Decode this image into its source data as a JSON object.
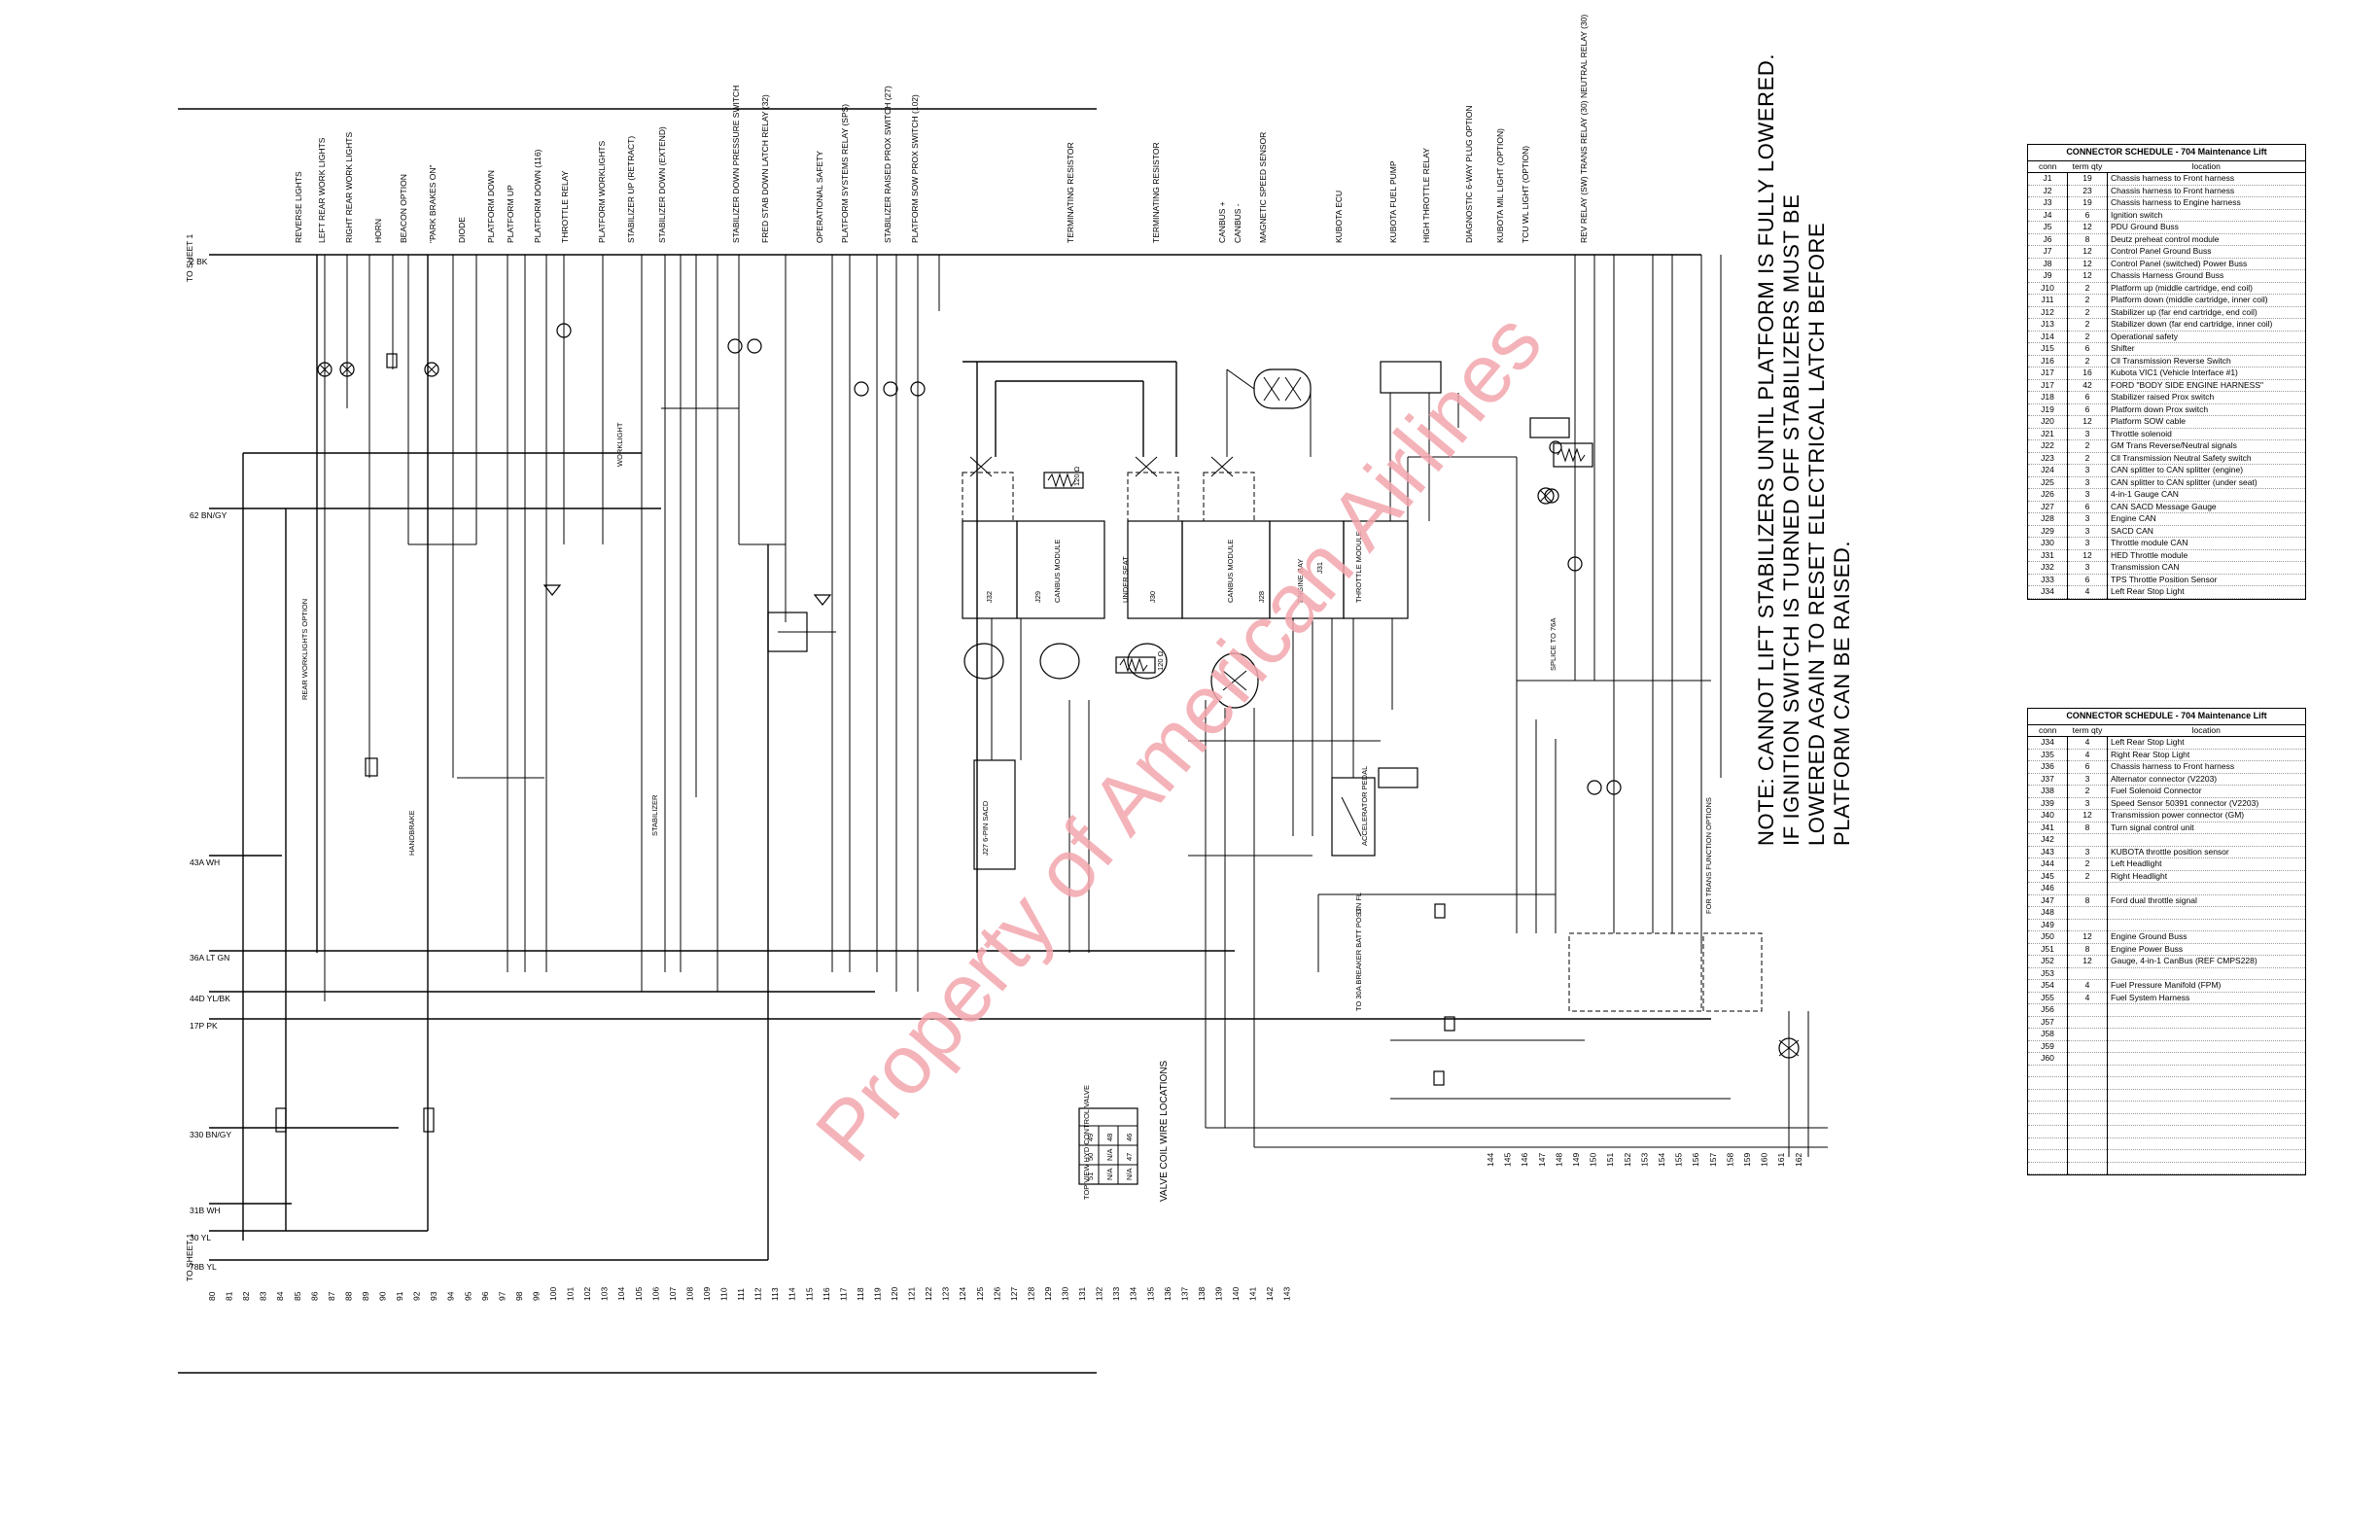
{
  "sheet_refs": {
    "to_sheet_top": "TO SHEET 1",
    "to_sheet_bottom": "TO SHEET 1"
  },
  "left_wires": [
    "2 BK",
    "62 BN/GY",
    "43A WH",
    "36A LT GN",
    "44D YL/BK",
    "17P PK",
    "330 BN/GY",
    "31B WH",
    "30 YL",
    "78B YL"
  ],
  "row_numbers_bottom": [
    "80",
    "81",
    "82",
    "83",
    "84",
    "85",
    "86",
    "87",
    "88",
    "89",
    "90",
    "91",
    "92",
    "93",
    "94",
    "95",
    "96",
    "97",
    "98",
    "99",
    "100",
    "101",
    "102",
    "103",
    "104",
    "105",
    "106",
    "107",
    "108",
    "109",
    "110",
    "111",
    "112",
    "113",
    "114",
    "115",
    "116",
    "117",
    "118",
    "119",
    "120",
    "121",
    "122",
    "123",
    "124",
    "125",
    "126",
    "127",
    "128",
    "129",
    "130",
    "131",
    "132",
    "133",
    "134",
    "135",
    "136",
    "137",
    "138",
    "139",
    "140",
    "141",
    "142",
    "143"
  ],
  "row_numbers_right": [
    "144",
    "145",
    "146",
    "147",
    "148",
    "149",
    "150",
    "151",
    "152",
    "153",
    "154",
    "155",
    "156",
    "157",
    "158",
    "159",
    "160",
    "161",
    "162"
  ],
  "function_labels": [
    "REVERSE LIGHTS",
    "LEFT REAR WORK LIGHTS",
    "RIGHT REAR WORK LIGHTS",
    "HORN",
    "BEACON OPTION",
    "\"PARK BRAKES ON\"",
    "DIODE",
    "PLATFORM DOWN",
    "PLATFORM UP",
    "PLATFORM DOWN (116)",
    "THROTTLE RELAY",
    "PLATFORM WORKLIGHTS",
    "STABILIZER UP (RETRACT)",
    "STABILIZER DOWN (EXTEND)",
    "STABILIZER DOWN PRESSURE SWITCH",
    "FRED STAB DOWN LATCH RELAY (32)",
    "OPERATIONAL SAFETY",
    "PLATFORM SYSTEMS RELAY (SPS)",
    "STABILIZER RAISED PROX SWITCH (27)",
    "PLATFORM SOW PROX SWITCH (102)",
    "TERMINATING RESISTOR",
    "TERMINATING RESISTOR",
    "CANBUS +",
    "CANBUS -",
    "MAGNETIC SPEED SENSOR",
    "KUBOTA ECU",
    "KUBOTA FUEL PUMP",
    "HIGH THROTTLE RELAY",
    "DIAGNOSTIC 6-WAY PLUG OPTION",
    "KUBOTA MIL LIGHT (OPTION)",
    "TCU WL LIGHT (OPTION)",
    "REV RELAY (SW) TRANS RELAY (30) NEUTRAL RELAY (30)"
  ],
  "component_labels": [
    "CANBUS MODULE",
    "UNDER SEAT",
    "CANBUS MODULE",
    "ENGINE BAY",
    "THROTTLE MODULE",
    "J27 6-PIN SACD",
    "ACCELERATOR PEDAL",
    "STABILIZER",
    "HANDBRAKE",
    "REAR WORKLIGHTS OPTION",
    "WORKLIGHT",
    "J31",
    "J32",
    "J29",
    "J30",
    "J28",
    "120 Ω",
    "120 Ω",
    "GN FL",
    "TO 30A BREAKER BATT POST",
    "SPLICE TO 76A",
    "FOR TRANS FUNCTION OPTIONS"
  ],
  "valve_coil": {
    "title": "TOP VIEW HYD CONTROL VALVE",
    "caption": "VALVE COIL WIRE LOCATIONS",
    "cells": [
      "51",
      "50",
      "49",
      "N/A",
      "N/A",
      "48",
      "N/A",
      "47",
      "46"
    ]
  },
  "note": {
    "lines": [
      "NOTE:  CANNOT LIFT STABILIZERS UNTIL PLATFORM IS FULLY LOWERED.",
      "IF IGNITION SWITCH IS TURNED OFF STABILIZERS MUST BE",
      "LOWERED AGAIN TO RESET ELECTRICAL LATCH BEFORE",
      "PLATFORM CAN BE RAISED."
    ]
  },
  "watermark": "Property of American Airlines",
  "schedule1": {
    "title": "CONNECTOR SCHEDULE - 704 Maintenance Lift",
    "headers": [
      "conn",
      "term qty",
      "location"
    ],
    "rows": [
      [
        "J1",
        "19",
        "Chassis harness to Front harness"
      ],
      [
        "J2",
        "23",
        "Chassis harness to Front harness"
      ],
      [
        "J3",
        "19",
        "Chassis harness to Engine harness"
      ],
      [
        "J4",
        "6",
        "Ignition switch"
      ],
      [
        "J5",
        "12",
        "PDU Ground Buss"
      ],
      [
        "J6",
        "8",
        "Deutz preheat control module"
      ],
      [
        "J7",
        "12",
        "Control Panel Ground Buss"
      ],
      [
        "J8",
        "12",
        "Control Panel (switched) Power Buss"
      ],
      [
        "J9",
        "12",
        "Chassis Harness Ground Buss"
      ],
      [
        "J10",
        "2",
        "Platform up (middle cartridge, end coil)"
      ],
      [
        "J11",
        "2",
        "Platform down (middle cartridge, inner coil)"
      ],
      [
        "J12",
        "2",
        "Stabilizer up (far end cartridge, end coil)"
      ],
      [
        "J13",
        "2",
        "Stabilizer down (far end cartridge, inner coil)"
      ],
      [
        "J14",
        "2",
        "Operational safety"
      ],
      [
        "J15",
        "6",
        "Shifter"
      ],
      [
        "J16",
        "2",
        "Cll Transmission Reverse Switch"
      ],
      [
        "J17",
        "16",
        "Kubota VIC1 (Vehicle Interface #1)"
      ],
      [
        "J17",
        "42",
        "FORD \"BODY SIDE ENGINE HARNESS\""
      ],
      [
        "J18",
        "6",
        "Stabilizer raised Prox switch"
      ],
      [
        "J19",
        "6",
        "Platform down Prox switch"
      ],
      [
        "J20",
        "12",
        "Platform SOW cable"
      ],
      [
        "J21",
        "3",
        "Throttle solenoid"
      ],
      [
        "J22",
        "2",
        "GM Trans Reverse/Neutral signals"
      ],
      [
        "J23",
        "2",
        "Cll Transmission Neutral Safety switch"
      ],
      [
        "J24",
        "3",
        "CAN splitter to CAN splitter (engine)"
      ],
      [
        "J25",
        "3",
        "CAN splitter to CAN splitter (under seat)"
      ],
      [
        "J26",
        "3",
        "4-in-1 Gauge CAN"
      ],
      [
        "J27",
        "6",
        "CAN SACD Message Gauge"
      ],
      [
        "J28",
        "3",
        "Engine CAN"
      ],
      [
        "J29",
        "3",
        "SACD CAN"
      ],
      [
        "J30",
        "3",
        "Throttle module CAN"
      ],
      [
        "J31",
        "12",
        "HED Throttle module"
      ],
      [
        "J32",
        "3",
        "Transmission CAN"
      ],
      [
        "J33",
        "6",
        "TPS Throttle Position Sensor"
      ],
      [
        "J34",
        "4",
        "Left Rear Stop Light"
      ]
    ]
  },
  "schedule2": {
    "title": "CONNECTOR SCHEDULE - 704 Maintenance Lift",
    "headers": [
      "conn",
      "term qty",
      "location"
    ],
    "rows": [
      [
        "J34",
        "4",
        "Left Rear Stop Light"
      ],
      [
        "J35",
        "4",
        "Right Rear Stop Light"
      ],
      [
        "J36",
        "6",
        "Chassis harness to Front harness"
      ],
      [
        "J37",
        "3",
        "Alternator connector (V2203)"
      ],
      [
        "J38",
        "2",
        "Fuel Solenoid Connector"
      ],
      [
        "J39",
        "3",
        "Speed Sensor 50391 connector (V2203)"
      ],
      [
        "J40",
        "12",
        "Transmission power connector (GM)"
      ],
      [
        "J41",
        "8",
        "Turn signal control unit"
      ],
      [
        "J42",
        "",
        ""
      ],
      [
        "J43",
        "3",
        "KUBOTA throttle position sensor"
      ],
      [
        "J44",
        "2",
        "Left Headlight"
      ],
      [
        "J45",
        "2",
        "Right Headlight"
      ],
      [
        "J46",
        "",
        ""
      ],
      [
        "J47",
        "8",
        "Ford dual throttle signal"
      ],
      [
        "J48",
        "",
        ""
      ],
      [
        "J49",
        "",
        ""
      ],
      [
        "J50",
        "12",
        "Engine Ground Buss"
      ],
      [
        "J51",
        "8",
        "Engine Power Buss"
      ],
      [
        "J52",
        "12",
        "Gauge, 4-in-1 CanBus (REF CMPS228)"
      ],
      [
        "J53",
        "",
        ""
      ],
      [
        "J54",
        "4",
        "Fuel Pressure Manifold (FPM)"
      ],
      [
        "J55",
        "4",
        "Fuel System Harness"
      ],
      [
        "J56",
        "",
        ""
      ],
      [
        "J57",
        "",
        ""
      ],
      [
        "J58",
        "",
        ""
      ],
      [
        "J59",
        "",
        ""
      ],
      [
        "J60",
        "",
        ""
      ],
      [
        "",
        "",
        ""
      ],
      [
        "",
        "",
        ""
      ],
      [
        "",
        "",
        ""
      ],
      [
        "",
        "",
        ""
      ],
      [
        "",
        "",
        ""
      ],
      [
        "",
        "",
        ""
      ],
      [
        "",
        "",
        ""
      ],
      [
        "",
        "",
        ""
      ],
      [
        "",
        "",
        ""
      ]
    ]
  }
}
